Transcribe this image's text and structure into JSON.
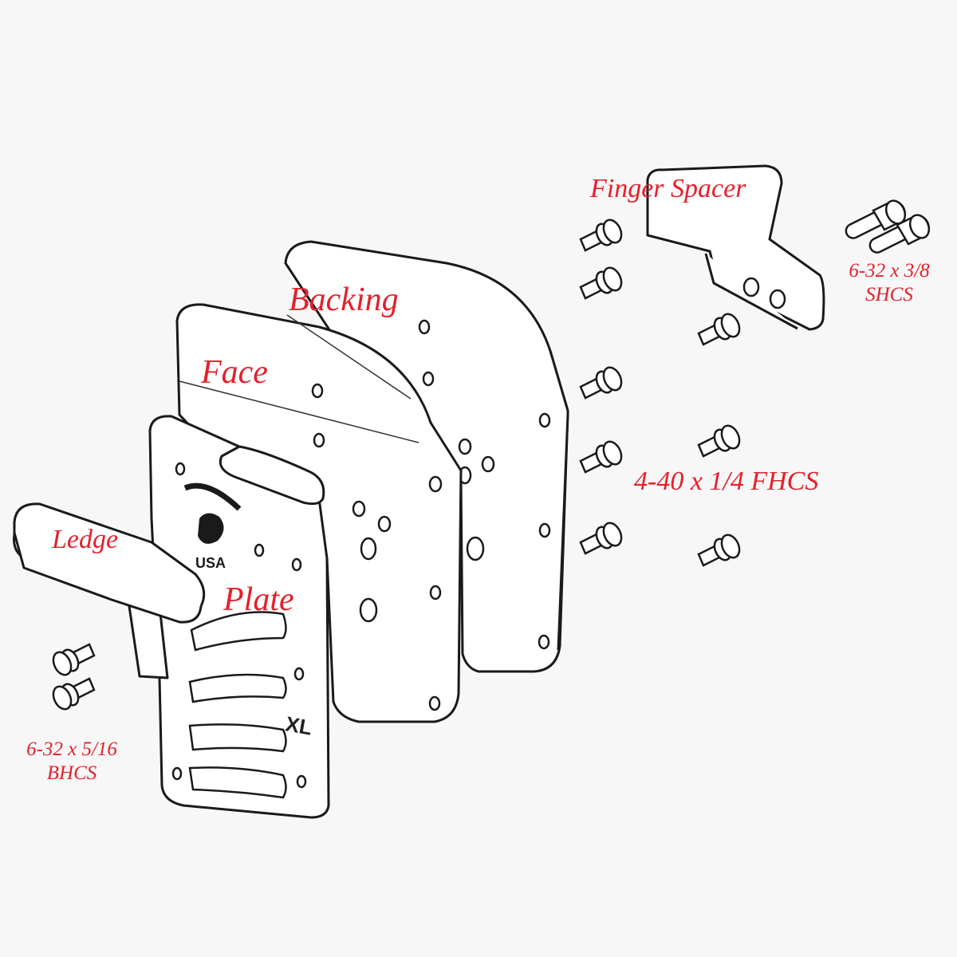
{
  "labels": {
    "finger_spacer": "Finger Spacer",
    "shcs_size": "6-32 x 3/8",
    "shcs_type": "SHCS",
    "backing": "Backing",
    "face": "Face",
    "fhcs": "4-40 x 1/4 FHCS",
    "ledge": "Ledge",
    "plate": "Plate",
    "bhcs_size": "6-32 x 5/16",
    "bhcs_type": "BHCS"
  },
  "plate_marking": "XL",
  "logo_text": "USA",
  "colors": {
    "label": "#e5202b",
    "line": "#1a1a1a",
    "background": "#f7f7f7"
  }
}
